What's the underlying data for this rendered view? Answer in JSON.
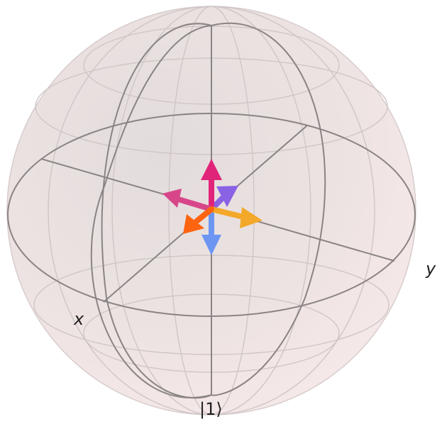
{
  "sphere": {
    "fill_color": "#f1dede",
    "grid_color": "#8a8484"
  },
  "labels": {
    "x_axis": "x",
    "y_axis": "y",
    "bottom_state": "|1⟩"
  },
  "vectors": [
    {
      "name": "magenta-up",
      "color": "#e0247a"
    },
    {
      "name": "purple-back",
      "color": "#8a62e4"
    },
    {
      "name": "pink-left",
      "color": "#d8468a"
    },
    {
      "name": "orange-right",
      "color": "#f3a82a"
    },
    {
      "name": "orange-red-front",
      "color": "#fd6410"
    },
    {
      "name": "blue-down",
      "color": "#6d96f3"
    }
  ]
}
